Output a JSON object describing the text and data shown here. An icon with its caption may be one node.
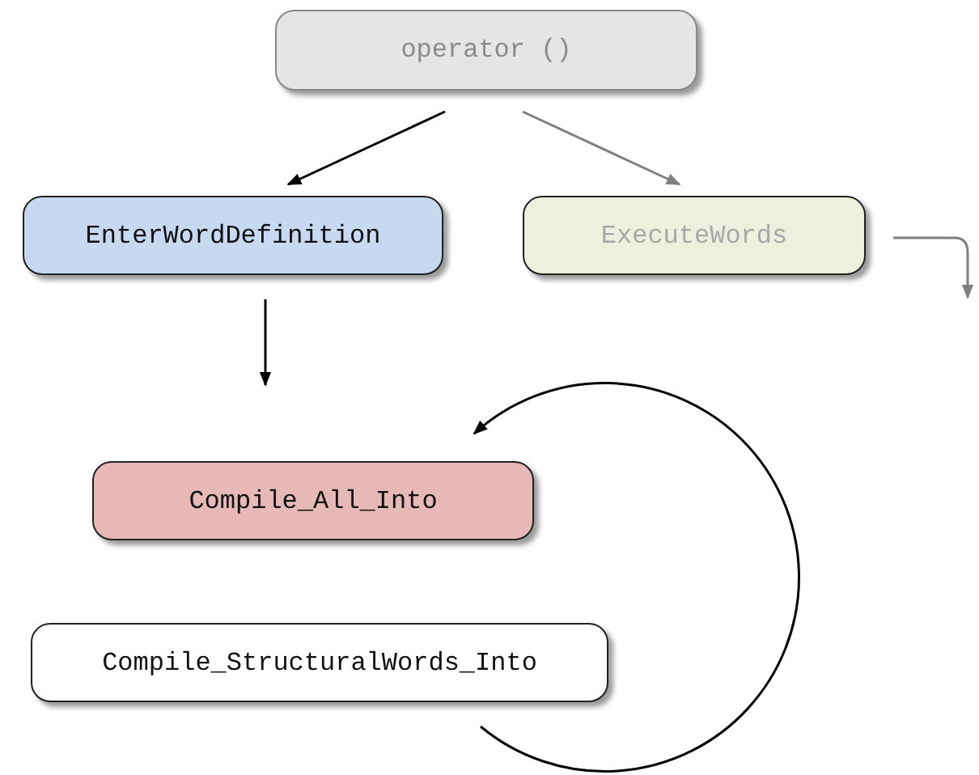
{
  "diagram": {
    "nodes": [
      {
        "text": [
          "operator ()"
        ]
      },
      {
        "text": [
          "EnterWordDefinition"
        ]
      },
      {
        "text": [
          "ExecuteWords"
        ]
      },
      {
        "text": [
          "Compile_All_Into"
        ]
      },
      {
        "text": [
          "Compile_StructuralWords_Into"
        ]
      }
    ],
    "edges": [
      {
        "from": 0,
        "to": 1,
        "arrow": "to"
      },
      {
        "from": 0,
        "to": 2,
        "arrow": "to",
        "color": "#808080"
      },
      {
        "from": 1,
        "to": null,
        "arrow": "to"
      },
      {
        "from": 2,
        "to": null,
        "arrow": "to",
        "color": "#808080"
      },
      {
        "from": 4,
        "to": 3,
        "arrow": "to"
      }
    ]
  }
}
